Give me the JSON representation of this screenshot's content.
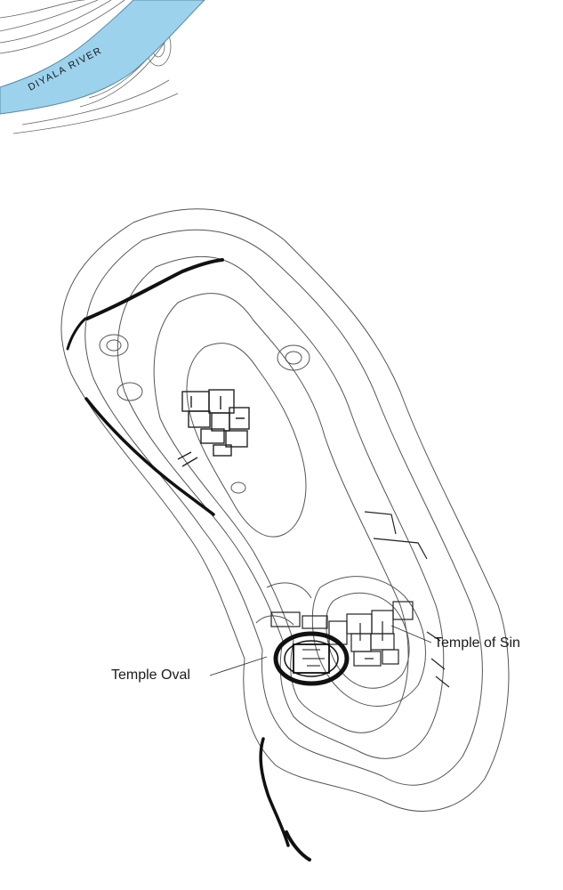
{
  "map": {
    "river": {
      "name": "DIYALA RIVER",
      "color": "#9dd2ec"
    },
    "labels": {
      "temple_oval": "Temple Oval",
      "temple_of_sin": "Temple of Sin"
    },
    "colors": {
      "contour": "#555555",
      "wall": "#111111",
      "background": "#ffffff"
    }
  }
}
